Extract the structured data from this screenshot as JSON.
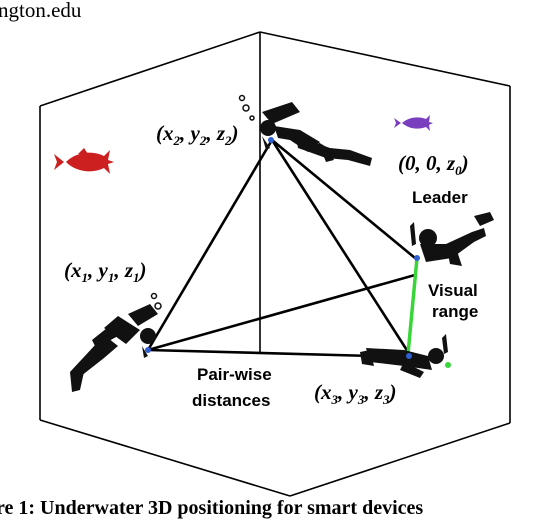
{
  "header": {
    "text": "ngton.edu"
  },
  "caption": {
    "text": "re 1: Underwater 3D positioning for smart devices"
  },
  "diagram": {
    "coords": {
      "diver1": {
        "open": "(x",
        "s1": "1",
        "c1": ", y",
        "s2": "1",
        "c2": ", z",
        "s3": "1",
        "close": ")"
      },
      "diver2": {
        "open": "(x",
        "s1": "2",
        "c1": ", y",
        "s2": "2",
        "c2": ", z",
        "s3": "2",
        "close": ")"
      },
      "diver3": {
        "open": "(x",
        "s1": "3",
        "c1": ", y",
        "s2": "3",
        "c2": ", z",
        "s3": "3",
        "close": ")"
      },
      "leader": {
        "open": "(0, 0, z",
        "s1": "0",
        "close": ")"
      }
    },
    "labels": {
      "leader": "Leader",
      "visual_range_line1": "Visual",
      "visual_range_line2": "range",
      "pairwise_line1": "Pair-wise",
      "pairwise_line2": "distances"
    },
    "colors": {
      "red_fish": "#cc1f1f",
      "purple_fish": "#7a3fbf",
      "visual_range_line": "#39d639",
      "diver": "#111111",
      "device_marker": "#2f5fd0"
    }
  }
}
